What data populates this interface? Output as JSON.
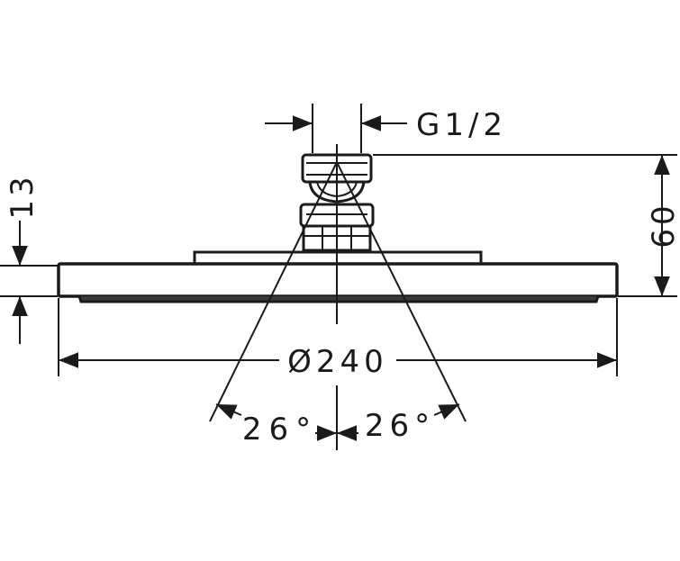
{
  "drawing": {
    "thread_label": "G1/2",
    "height_label": "60",
    "thickness_label": "13",
    "diameter_label": "Ø240",
    "angle_left_label": "26°",
    "angle_right_label": "26°"
  },
  "colors": {
    "line": "#1a1a1a",
    "background": "#ffffff"
  }
}
